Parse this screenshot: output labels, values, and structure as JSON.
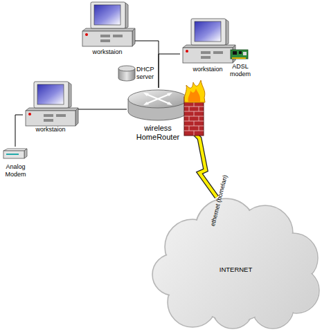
{
  "diagram": {
    "nodes": [
      {
        "text": [
          "workstaion"
        ]
      },
      {
        "text": [
          "workstaion"
        ]
      },
      {
        "text": [
          "ADSL modem"
        ]
      },
      {
        "text": [
          "DHCP server"
        ]
      },
      {
        "text": [
          "workstaion"
        ]
      },
      {
        "text": [
          "wireless HomeRouter"
        ]
      },
      {
        "text": [
          "Analog Modem"
        ]
      },
      {
        "text": [
          "INTERNET"
        ]
      }
    ],
    "edges": [
      {
        "from": 0,
        "to": 5,
        "arrow": "none"
      },
      {
        "from": 1,
        "to": 5,
        "arrow": "none"
      },
      {
        "from": 4,
        "to": 5,
        "arrow": "none"
      },
      {
        "from": 4,
        "to": 6,
        "arrow": "none"
      },
      {
        "from": 5,
        "to": 7,
        "label": "ethernet (homelan)",
        "arrow": "none"
      }
    ]
  }
}
